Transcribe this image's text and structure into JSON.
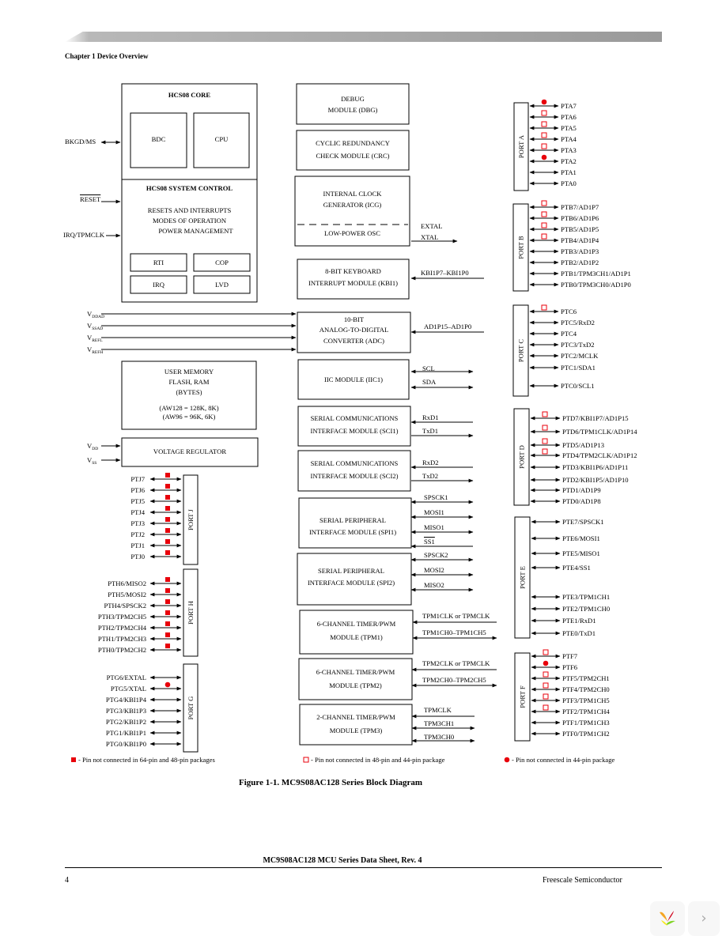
{
  "header": {
    "chapter": "Chapter 1 Device Overview"
  },
  "core": {
    "title": "HCS08 CORE",
    "bdc": "BDC",
    "cpu": "CPU",
    "sysctl": "HCS08 SYSTEM CONTROL",
    "line1": "RESETS AND INTERRUPTS",
    "line2": "MODES OF OPERATION",
    "line3": "POWER MANAGEMENT",
    "rti": "RTI",
    "cop": "COP",
    "irq": "IRQ",
    "lvd": "LVD"
  },
  "left_signals": {
    "bkgd": "BKGD/MS",
    "reset": "RESET",
    "irq": "IRQ/TPMCLK"
  },
  "supplies": [
    {
      "v": "V",
      "sub": "DDAD"
    },
    {
      "v": "V",
      "sub": "SSAD"
    },
    {
      "v": "V",
      "sub": "REFL"
    },
    {
      "v": "V",
      "sub": "REFH"
    }
  ],
  "vreg_supplies": [
    {
      "v": "V",
      "sub": "DD"
    },
    {
      "v": "V",
      "sub": "SS"
    }
  ],
  "memory": {
    "l1": "USER MEMORY",
    "l2": "FLASH, RAM",
    "l3": "(BYTES)",
    "l4": "(AW128 = 128K, 8K)",
    "l5": "(AW96 = 96K, 6K)"
  },
  "vreg": "VOLTAGE REGULATOR",
  "modules": {
    "dbg": [
      "DEBUG",
      "MODULE (DBG)"
    ],
    "crc": [
      "CYCLIC REDUNDANCY",
      "CHECK MODULE (CRC)"
    ],
    "icg": [
      "INTERNAL CLOCK",
      "GENERATOR (ICG)",
      "LOW-POWER OSC"
    ],
    "kbi": [
      "8-BIT KEYBOARD",
      "INTERRUPT MODULE (KBI1)"
    ],
    "adc": [
      "10-BIT",
      "ANALOG-TO-DIGITAL",
      "CONVERTER (ADC)"
    ],
    "iic": [
      "IIC MODULE (IIC1)"
    ],
    "sci1": [
      "SERIAL COMMUNICATIONS",
      "INTERFACE MODULE (SCI1)"
    ],
    "sci2": [
      "SERIAL COMMUNICATIONS",
      "INTERFACE MODULE (SCI2)"
    ],
    "spi1": [
      "SERIAL PERIPHERAL",
      "INTERFACE MODULE (SPI1)"
    ],
    "spi2": [
      "SERIAL PERIPHERAL",
      "INTERFACE MODULE (SPI2)"
    ],
    "tpm1": [
      "6-CHANNEL TIMER/PWM",
      "MODULE (TPM1)"
    ],
    "tpm2": [
      "6-CHANNEL TIMER/PWM",
      "MODULE (TPM2)"
    ],
    "tpm3": [
      "2-CHANNEL TIMER/PWM",
      "MODULE (TPM3)"
    ]
  },
  "module_signals": {
    "icg": [
      "EXTAL",
      "XTAL"
    ],
    "kbi": [
      "KBI1P7–KBI1P0"
    ],
    "adc": [
      "AD1P15–AD1P0"
    ],
    "iic": [
      "SCL",
      "SDA"
    ],
    "sci1": [
      "RxD1",
      "TxD1"
    ],
    "sci2": [
      "RxD2",
      "TxD2"
    ],
    "spi1": [
      "SPSCK1",
      "MOSI1",
      "MISO1",
      "SS1"
    ],
    "spi2": [
      "SPSCK2",
      "MOSI2",
      "MISO2"
    ],
    "tpm1": [
      "TPM1CLK or TPMCLK",
      "TPM1CH0–TPM1CH5"
    ],
    "tpm2": [
      "TPM2CLK or TPMCLK",
      "TPM2CH0–TPM2CH5"
    ],
    "tpm3": [
      "TPMCLK",
      "TPM3CH1",
      "TPM3CH0"
    ]
  },
  "ports": {
    "A": {
      "label": "PORT A",
      "pins": [
        "PTA7",
        "PTA6",
        "PTA5",
        "PTA4",
        "PTA3",
        "PTA2",
        "PTA1",
        "PTA0"
      ],
      "marks": [
        "dot",
        "sq",
        "sq",
        "sq",
        "sq",
        "dot",
        "",
        ""
      ]
    },
    "B": {
      "label": "PORT B",
      "pins": [
        "PTB7/AD1P7",
        "PTB6/AD1P6",
        "PTB5/AD1P5",
        "PTB4/AD1P4",
        "PTB3/AD1P3",
        "PTB2/AD1P2",
        "PTB1/TPM3CH1/AD1P1",
        "PTB0/TPM3CH0/AD1P0"
      ],
      "marks": [
        "sq",
        "sq",
        "sq",
        "sq",
        "",
        "",
        "",
        ""
      ]
    },
    "C": {
      "label": "PORT C",
      "pins": [
        "PTC6",
        "PTC5/RxD2",
        "PTC4",
        "PTC3/TxD2",
        "PTC2/MCLK",
        "PTC1/SDA1",
        "PTC0/SCL1"
      ],
      "marks": [
        "sq",
        "",
        "",
        "",
        "",
        "",
        ""
      ]
    },
    "D": {
      "label": "PORT D",
      "pins": [
        "PTD7/KBI1P7/AD1P15",
        "PTD6/TPM1CLK/AD1P14",
        "PTD5/AD1P13",
        "PTD4/TPM2CLK/AD1P12",
        "PTD3/KBI1P6/AD1P11",
        "PTD2/KBI1P5/AD1P10",
        "PTD1/AD1P9",
        "PTD0/AD1P8"
      ],
      "marks": [
        "sq",
        "sq",
        "sq",
        "sq",
        "",
        "",
        "",
        ""
      ]
    },
    "E": {
      "label": "PORT E",
      "pins": [
        "PTE7/SPSCK1",
        "PTE6/MOSI1",
        "PTE5/MISO1",
        "PTE4/SS1",
        "PTE3/TPM1CH1",
        "PTE2/TPM1CH0",
        "PTE1/RxD1",
        "PTE0/TxD1"
      ],
      "marks": [
        "",
        "",
        "",
        "",
        "",
        "",
        "",
        ""
      ]
    },
    "F": {
      "label": "PORT F",
      "pins": [
        "PTF7",
        "PTF6",
        "PTF5/TPM2CH1",
        "PTF4/TPM2CH0",
        "PTF3/TPM1CH5",
        "PTF2/TPM1CH4",
        "PTF1/TPM1CH3",
        "PTF0/TPM1CH2"
      ],
      "marks": [
        "sq",
        "dot",
        "sq",
        "sq",
        "sq",
        "sq",
        "",
        ""
      ]
    },
    "J": {
      "label": "PORT J",
      "pins": [
        "PTJ7",
        "PTJ6",
        "PTJ5",
        "PTJ4",
        "PTJ3",
        "PTJ2",
        "PTJ1",
        "PTJ0"
      ],
      "marks": [
        "fill",
        "fill",
        "fill",
        "fill",
        "fill",
        "fill",
        "fill",
        "fill"
      ]
    },
    "H": {
      "label": "PORT H",
      "pins": [
        "PTH6/MISO2",
        "PTH5/MOSI2",
        "PTH4/SPSCK2",
        "PTH3/TPM2CH5",
        "PTH2/TPM2CH4",
        "PTH1/TPM2CH3",
        "PTH0/TPM2CH2"
      ],
      "marks": [
        "fill",
        "fill",
        "fill",
        "fill",
        "fill",
        "fill",
        "fill"
      ]
    },
    "G": {
      "label": "PORT G",
      "pins": [
        "PTG6/EXTAL",
        "PTG5/XTAL",
        "PTG4/KBI1P4",
        "PTG3/KBI1P3",
        "PTG2/KBI1P2",
        "PTG1/KBI1P1",
        "PTG0/KBI1P0"
      ],
      "marks": [
        "",
        "dot",
        "",
        "",
        "",
        "",
        ""
      ]
    }
  },
  "legend": [
    {
      "mark": "fill",
      "text": "- Pin not connected in 64-pin and 48-pin packages"
    },
    {
      "mark": "sq",
      "text": "- Pin not connected in 48-pin and 44-pin package"
    },
    {
      "mark": "dot",
      "text": "- Pin not connected in 44-pin package"
    }
  ],
  "colors": {
    "marker": "#e8000b"
  },
  "caption": "Figure 1-1. MC9S08AC128 Series Block Diagram",
  "footer": {
    "title": "MC9S08AC128 MCU Series Data Sheet, Rev. 4",
    "page": "4",
    "company": "Freescale Semiconductor"
  },
  "nav": {
    "next_icon": "chevron-right-icon",
    "logo_icon": "viewer-logo-icon"
  }
}
